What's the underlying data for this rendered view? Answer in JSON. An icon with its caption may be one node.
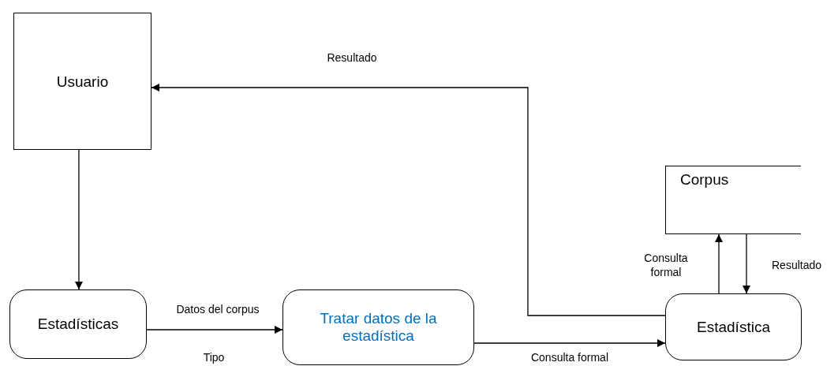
{
  "diagram": {
    "nodes": [
      {
        "text": [
          "Usuario"
        ]
      },
      {
        "text": [
          "Estadísticas"
        ]
      },
      {
        "text": [
          "Tratar datos de la estadística"
        ]
      },
      {
        "text": [
          "Corpus"
        ]
      },
      {
        "text": [
          "Estadística"
        ]
      }
    ],
    "edges": [
      {
        "from": 0,
        "to": 1,
        "arrow": "to"
      },
      {
        "from": 1,
        "to": 2,
        "arrow": "to",
        "label": "Datos del corpus"
      },
      {
        "from": 2,
        "to": 4,
        "arrow": "to",
        "label": "Consulta formal"
      },
      {
        "from": 4,
        "to": 0,
        "arrow": "to",
        "label": "Resultado"
      },
      {
        "from": 4,
        "to": 3,
        "arrow": "to",
        "label": "Consulta formal"
      },
      {
        "from": 3,
        "to": 4,
        "arrow": "to",
        "label": "Resultado"
      }
    ],
    "labels": [
      "Tipo"
    ]
  }
}
